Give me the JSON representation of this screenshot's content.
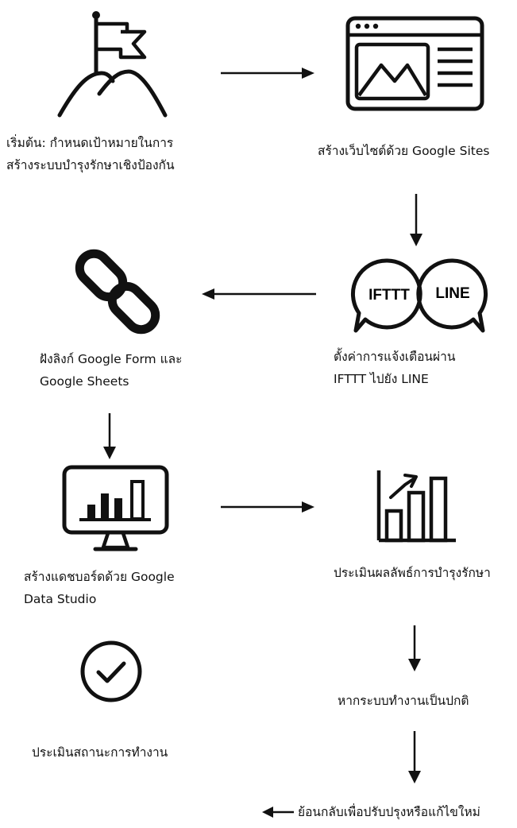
{
  "steps": {
    "start_label": "เริ่มต้น: กำหนดเป้าหมายในการ\nสร้างระบบบำรุงรักษาเชิงป้องกัน",
    "sites_label": "สร้างเว็บไซต์ด้วย Google Sites",
    "ifttt_label": "ตั้งค่าการแจ้งเตือนผ่าน\nIFTTT ไปยัง LINE",
    "embed_label": "ฝังลิงก์ Google Form และ\nGoogle Sheets",
    "dashboard_label": "สร้างแดชบอร์ดด้วย Google\nData Studio",
    "evaluate_label": "ประเมินผลลัพธ์การบำรุงรักษา",
    "normal_label": "หากระบบทำงานเป็นปกติ",
    "assess_label": "ประเมินสถานะการทำงาน",
    "loop_label": "ย้อนกลับเพื่อปรับปรุงหรือแก้ไขใหม่"
  },
  "icon_text": {
    "ifttt": "IFTTT",
    "line": "LINE"
  },
  "icons": [
    "flag-mountain-icon",
    "website-icon",
    "chat-bubbles-icon",
    "link-icon",
    "monitor-chart-icon",
    "growth-chart-icon",
    "check-circle-icon"
  ]
}
